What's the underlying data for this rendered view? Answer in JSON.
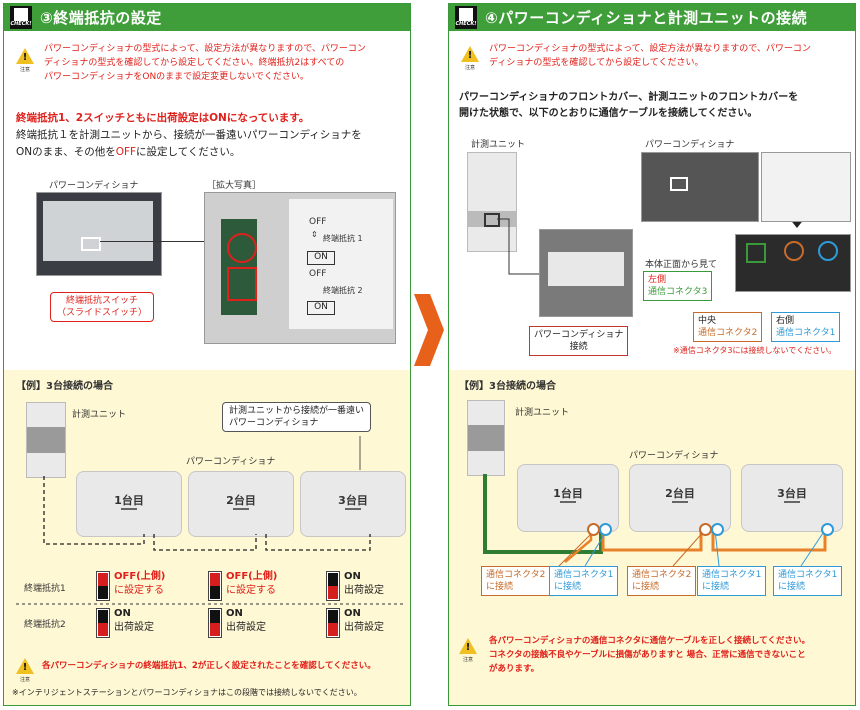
{
  "left": {
    "check": "CHECK!",
    "title": "③終端抵抗の設定",
    "warn_small": "注意",
    "warning_lines": [
      "パワーコンディショナの型式によって、設定方法が異なりますので、パワーコン",
      "ディショナの型式を確認してから設定してください。終端抵抗2はすべての",
      "パワーコンディショナをONのままで設定変更しないでください。"
    ],
    "instr_red": "終端抵抗1、2スイッチともに出荷設定はONになっています。",
    "instr_line2": "終端抵抗１を計測ユニットから、接続が一番遠いパワーコンディショナを",
    "instr_line3_a": "ONのまま、その他を",
    "instr_line3_off": "OFF",
    "instr_line3_b": "に設定してください。",
    "photo_pc_label": "パワーコンディショナ",
    "photo_zoom_label": "［拡大写真］",
    "zoom_off": "OFF",
    "zoom_r1": "終端抵抗 1",
    "zoom_on": "ON",
    "zoom_r2": "終端抵抗 2",
    "switch_callout_1": "終端抵抗スイッチ",
    "switch_callout_2": "（スライドスイッチ）",
    "example_title": "【例】3台接続の場合",
    "meter_label": "計測ユニット",
    "far_callout_1": "計測ユニットから接続が一番遠い",
    "far_callout_2": "パワーコンディショナ",
    "pc_group_label": "パワーコンディショナ",
    "units": [
      "1台目",
      "2台目",
      "3台目"
    ],
    "row1_label": "終端抵抗1",
    "row2_label": "終端抵抗2",
    "off_up": "OFF(上側)",
    "set_it": "に設定する",
    "on": "ON",
    "shipped": "出荷設定",
    "bottom_warn": "各パワーコンディショナの終端抵抗1、2が正しく設定されたことを確認してください。",
    "footnote": "※インテリジェントステーションとパワーコンディショナはこの段階では接続しないでください。"
  },
  "right": {
    "check": "CHECK!",
    "title": "④パワーコンディショナと計測ユニットの接続",
    "warn_small": "注意",
    "warning_lines": [
      "パワーコンディショナの型式によって、設定方法が異なりますので、パワーコン",
      "ディショナの型式を確認してから設定してください。"
    ],
    "instr_lines": [
      "パワーコンディショナのフロントカバー、計測ユニットのフロントカバーを",
      "開けた状態で、以下のとおりに通信ケーブルを接続してください。"
    ],
    "meter_label": "計測ユニット",
    "pc_label": "パワーコンディショナ",
    "view_front": "本体正面から見て",
    "conn_left_1": "左側",
    "conn_left_2": "通信コネクタ3",
    "conn_center_1": "中央",
    "conn_center_2": "通信コネクタ2",
    "conn_right_1": "右側",
    "conn_right_2": "通信コネクタ1",
    "pc_connect_1": "パワーコンディショナ",
    "pc_connect_2": "接続",
    "note_c3": "※通信コネクタ3には接続しないでください。",
    "example_title": "【例】3台接続の場合",
    "meter_label2": "計測ユニット",
    "pc_group_label": "パワーコンディショナ",
    "units": [
      "1台目",
      "2台目",
      "3台目"
    ],
    "c2_1": "通信コネクタ2",
    "c2_2": "に接続",
    "c1_1": "通信コネクタ1",
    "c1_2": "に接続",
    "bottom_warn_lines": [
      "各パワーコンディショナの通信コネクタに通信ケーブルを正しく接続してください。",
      "コネクタの接触不良やケーブルに損傷がありますと 場合、正常に通信できないこと",
      "があります。"
    ]
  },
  "colors": {
    "header": "#3f9e3a",
    "red": "#e0201a",
    "orange_arrow": "#e8611a",
    "cream": "#fff8d4"
  }
}
